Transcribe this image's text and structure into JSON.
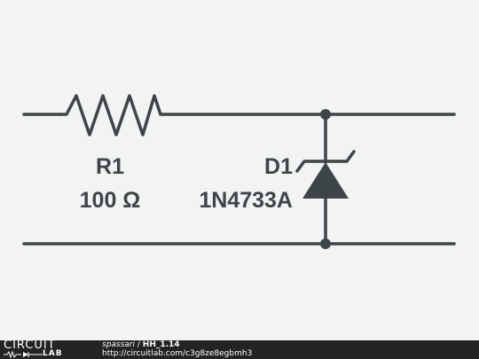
{
  "components": {
    "resistor": {
      "designator": "R1",
      "value": "100 Ω"
    },
    "zener": {
      "designator": "D1",
      "part": "1N4733A"
    }
  },
  "footer": {
    "brand_top": "CIRCUIT",
    "brand_bottom": "LAB",
    "author": "spassari",
    "separator": " / ",
    "title": "HH_1.14",
    "url": "http://circuitlab.com/c3g8ze8egbmh3"
  },
  "colors": {
    "wire": "#3d4548",
    "background": "#f2f3f3",
    "footer": "#242424"
  }
}
